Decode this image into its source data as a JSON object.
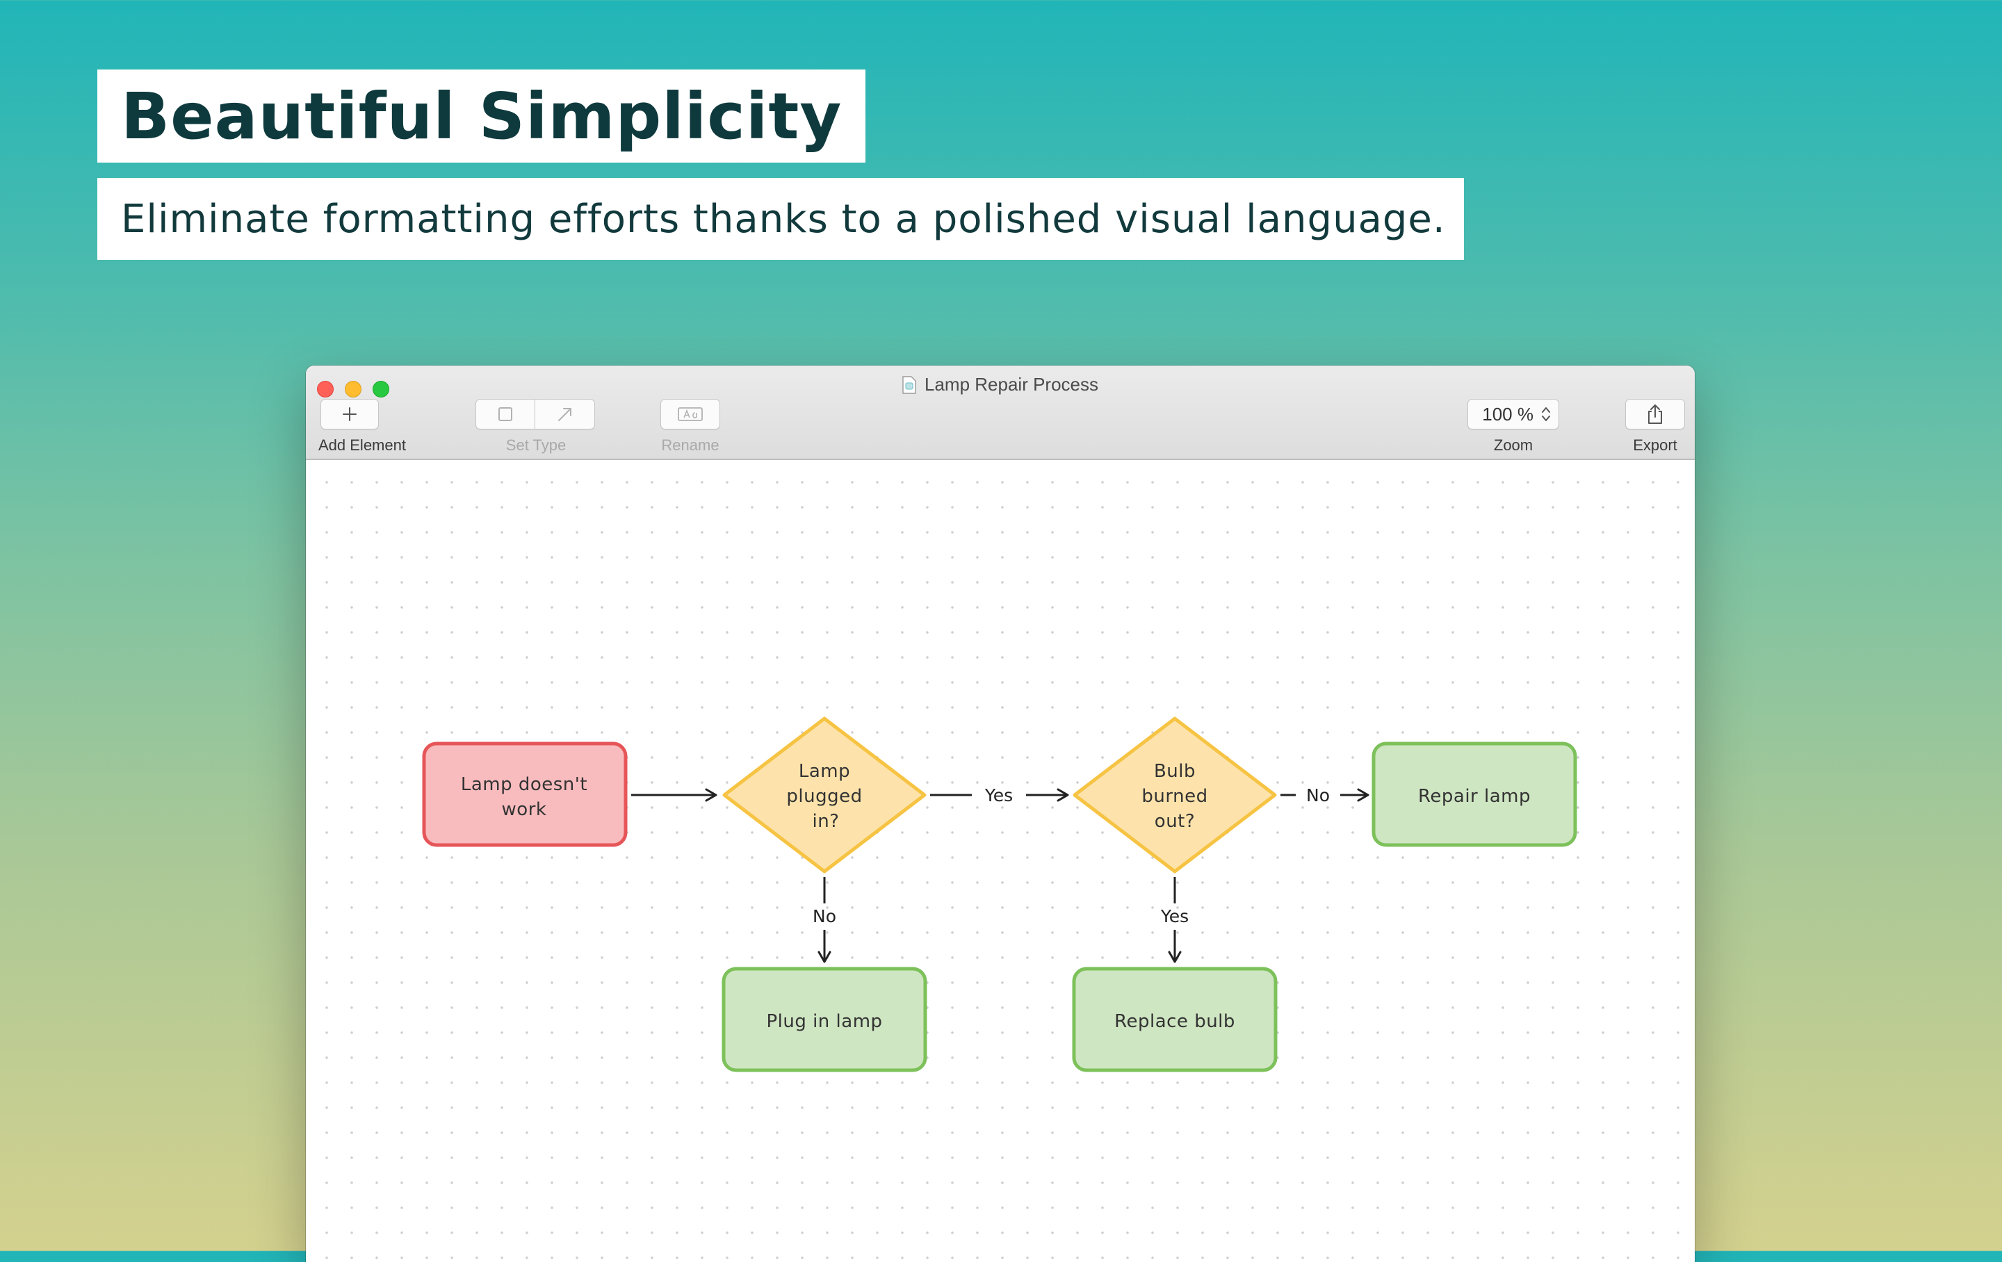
{
  "hero": {
    "title": "Beautiful Simplicity",
    "subtitle": "Eliminate formatting efforts thanks to a polished visual language."
  },
  "window": {
    "title": "Lamp Repair Process"
  },
  "toolbar": {
    "add_element": "Add Element",
    "set_type": "Set Type",
    "rename": "Rename",
    "zoom_label": "Zoom",
    "zoom_value": "100 %",
    "export": "Export"
  },
  "colors": {
    "start_fill": "#f8bcbe",
    "start_stroke": "#e65558",
    "decision_fill": "#fde3ab",
    "decision_stroke": "#f6c343",
    "action_fill": "#cfe6c2",
    "action_stroke": "#7dc15a"
  },
  "flow": {
    "nodes": {
      "start": {
        "lines": [
          "Lamp doesn't",
          "work"
        ]
      },
      "plugged": {
        "lines": [
          "Lamp",
          "plugged",
          "in?"
        ]
      },
      "burned": {
        "lines": [
          "Bulb",
          "burned",
          "out?"
        ]
      },
      "repair": {
        "lines": [
          "Repair lamp"
        ]
      },
      "plugin": {
        "lines": [
          "Plug in lamp"
        ]
      },
      "replace": {
        "lines": [
          "Replace bulb"
        ]
      }
    },
    "edges": {
      "plugged_yes": "Yes",
      "plugged_no": "No",
      "burned_no": "No",
      "burned_yes": "Yes"
    }
  }
}
